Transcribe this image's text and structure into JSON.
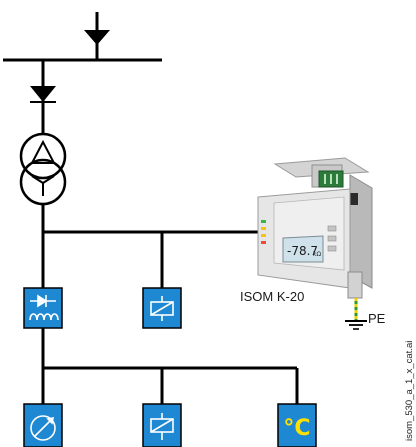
{
  "diagram": {
    "device_label": "ISOM K-20",
    "pe_label": "PE",
    "side_caption": "isom_530_a_1_x_cat.ai",
    "lcd_value": "-78.7",
    "lcd_unit": "kΩ",
    "temperature_symbol": "°C",
    "colors": {
      "line": "#000000",
      "box_fill": "#1e88d2",
      "symbol": "#ffffff",
      "celsius": "#ffe000",
      "earth_green": "#2e9a2e",
      "earth_yellow": "#f0d000",
      "device_body": "#e2e2e2",
      "lcd": "#cfe1ea"
    },
    "icons": [
      "arrow-down-icon",
      "transformer-icon",
      "rectifier-icon",
      "inductor-icon",
      "relay-coil-icon",
      "meter-icon",
      "celsius-icon",
      "earth-ground-icon"
    ]
  }
}
